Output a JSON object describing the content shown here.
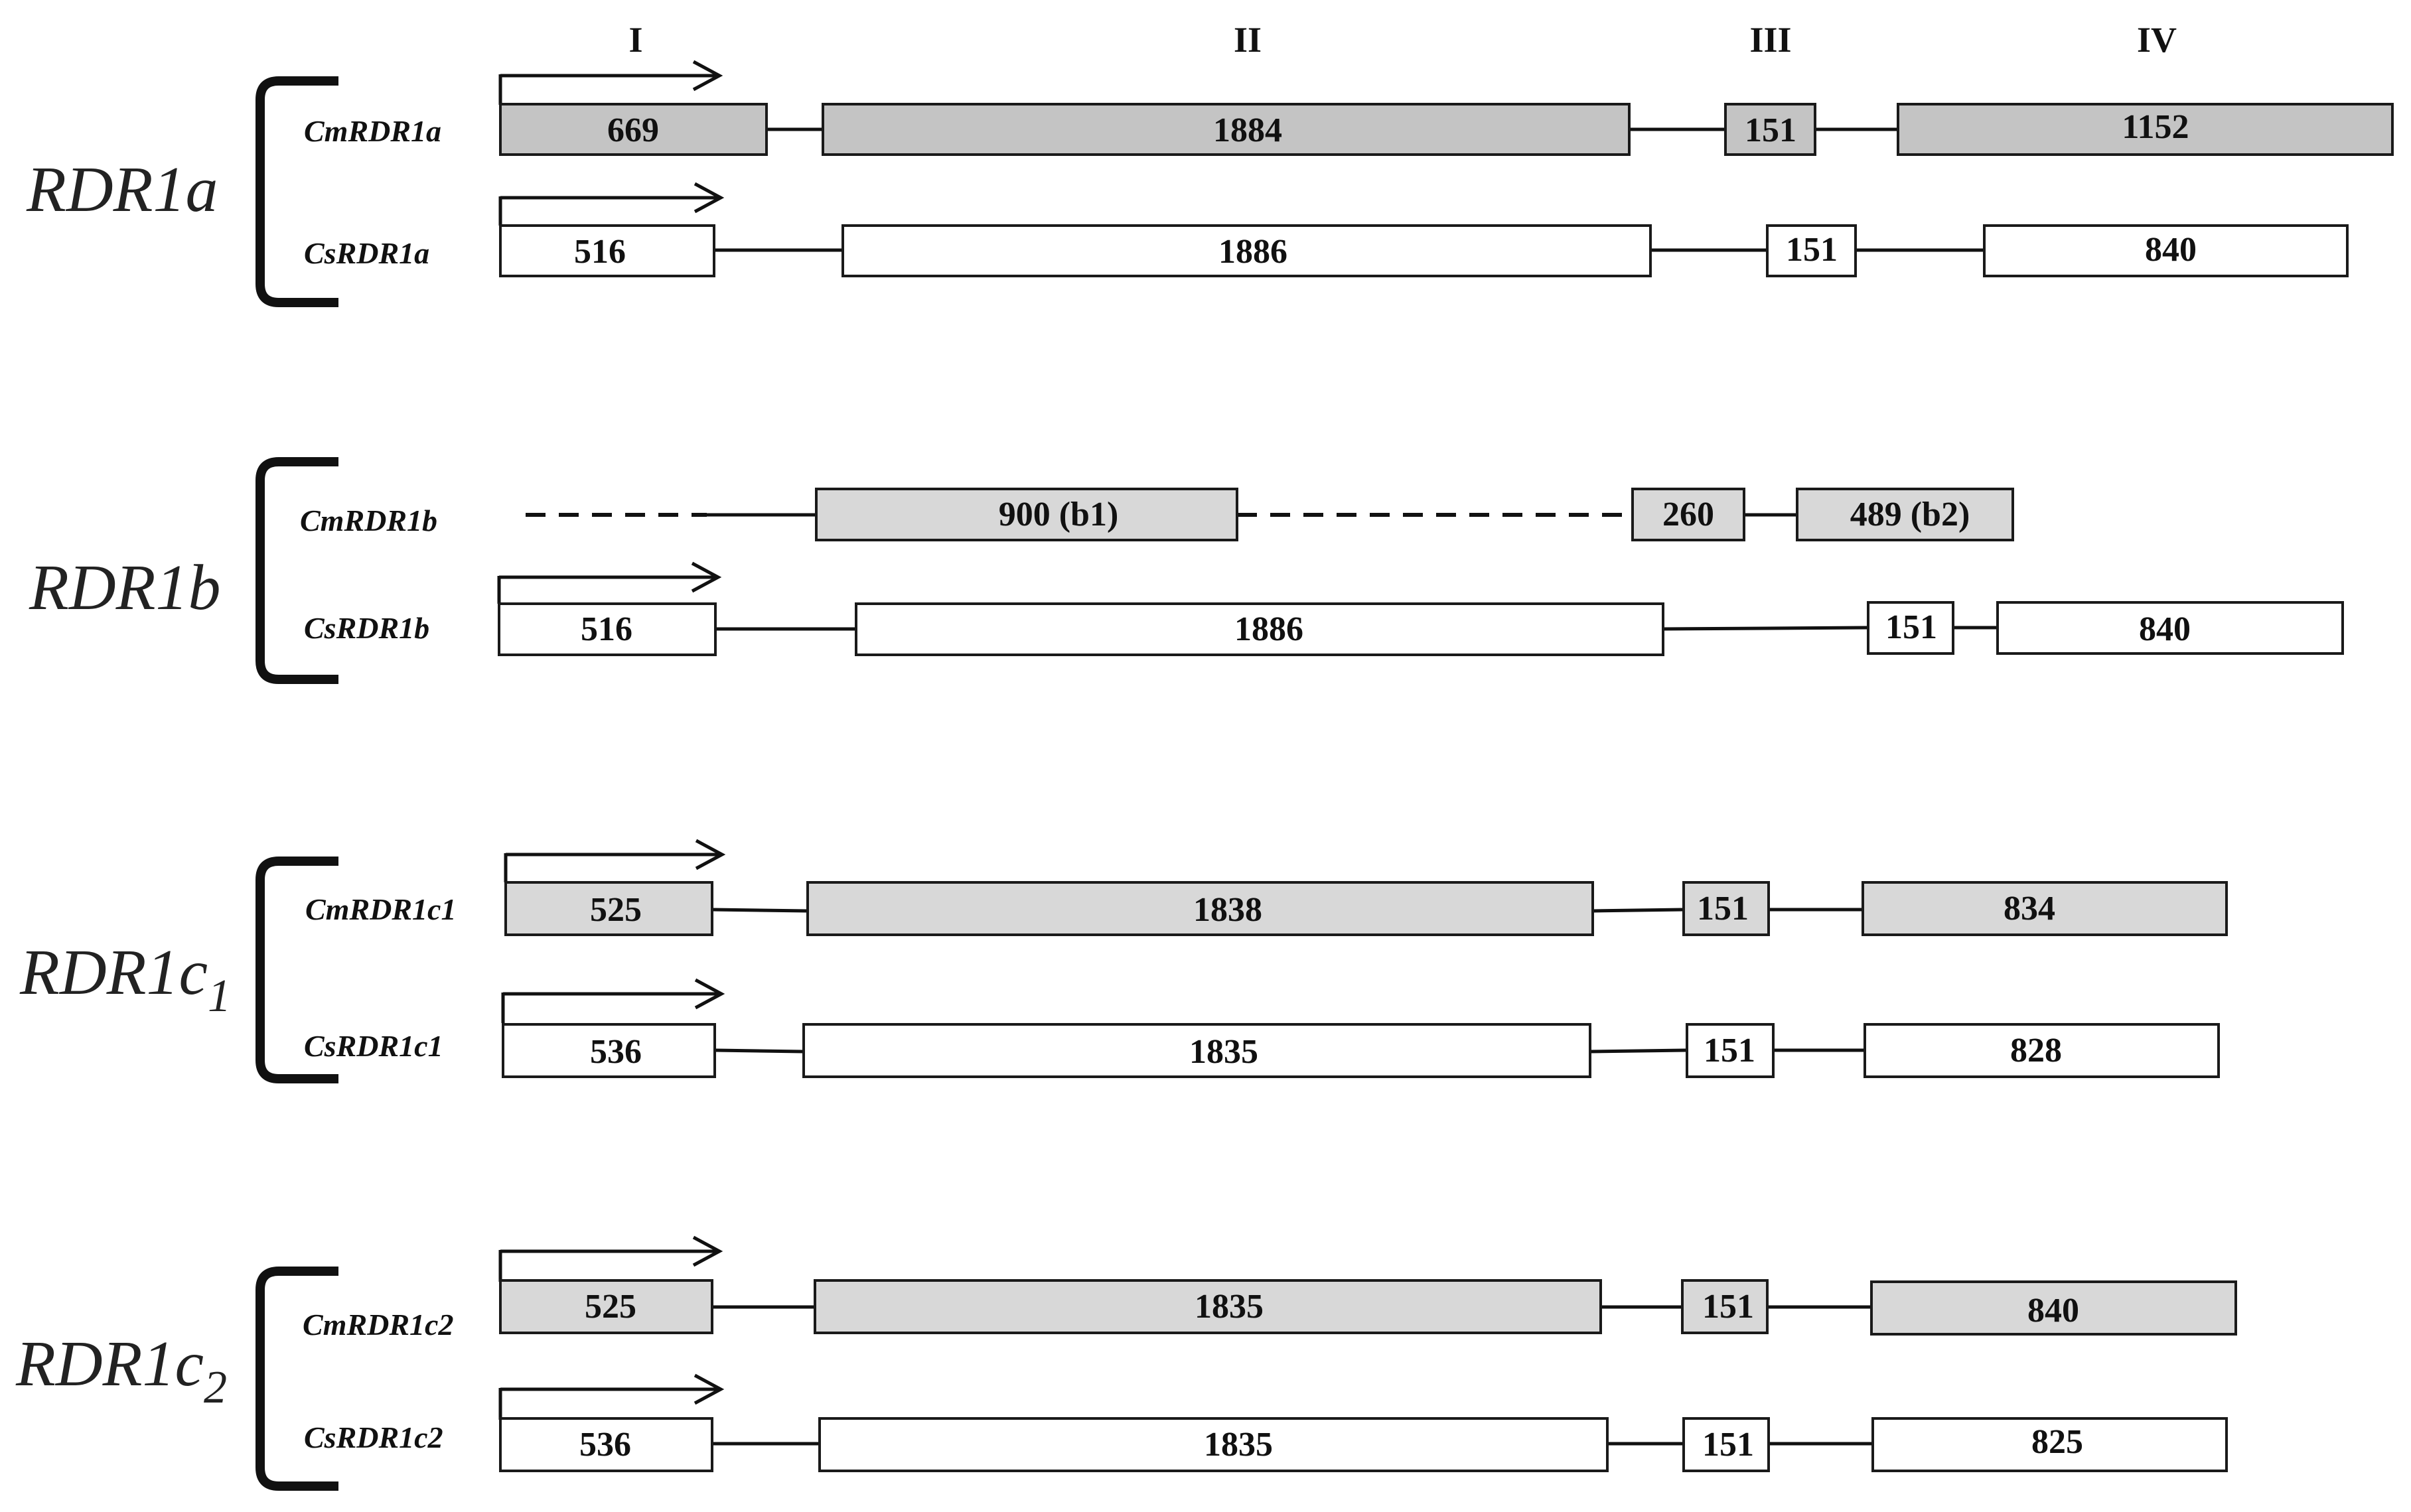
{
  "region_labels": [
    "I",
    "II",
    "III",
    "IV"
  ],
  "groups": [
    {
      "label": "RDR1a",
      "label_sub": "",
      "genes": [
        {
          "name": "CmRDR1a",
          "exons": [
            "669",
            "1884",
            "151",
            "1152"
          ]
        },
        {
          "name": "CsRDR1a",
          "exons": [
            "516",
            "1886",
            "151",
            "840"
          ]
        }
      ]
    },
    {
      "label": "RDR1b",
      "label_sub": "",
      "genes": [
        {
          "name": "CmRDR1b",
          "exons": [
            "900 (b1)",
            "260",
            "489 (b2)"
          ]
        },
        {
          "name": "CsRDR1b",
          "exons": [
            "516",
            "1886",
            "151",
            "840"
          ]
        }
      ]
    },
    {
      "label": "RDR1c",
      "label_sub": "1",
      "genes": [
        {
          "name": "CmRDR1c1",
          "exons": [
            "525",
            "1838",
            "151",
            "834"
          ]
        },
        {
          "name": "CsRDR1c1",
          "exons": [
            "536",
            "1835",
            "151",
            "828"
          ]
        }
      ]
    },
    {
      "label": "RDR1c",
      "label_sub": "2",
      "genes": [
        {
          "name": "CmRDR1c2",
          "exons": [
            "525",
            "1835",
            "151",
            "840"
          ]
        },
        {
          "name": "CsRDR1c2",
          "exons": [
            "536",
            "1835",
            "151",
            "825"
          ]
        }
      ]
    }
  ],
  "colors": {
    "cm_exon_fill": "#c4c4c4",
    "cm_exon_fill_light": "#d8d8d8",
    "cs_exon_fill": "#ffffff",
    "stroke": "#1a1a1a"
  }
}
